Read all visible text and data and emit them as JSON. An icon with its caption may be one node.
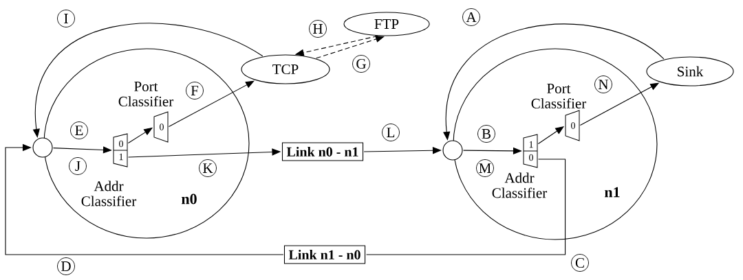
{
  "diagram": {
    "nodes": [
      {
        "text": [
          "n0"
        ]
      },
      {
        "text": [],
        "shape": "circle"
      },
      {
        "text": [
          "0",
          "1"
        ],
        "beside": [
          "Addr Classifier"
        ],
        "in": 0
      },
      {
        "text": [
          "0"
        ],
        "beside": [
          "Port Classifier"
        ],
        "in": 0
      },
      {
        "text": [
          "TCP"
        ]
      },
      {
        "text": [
          "FTP"
        ]
      },
      {
        "text": [
          "Link n0 - n1"
        ]
      },
      {
        "text": [
          "n1"
        ]
      },
      {
        "text": [],
        "shape": "circle"
      },
      {
        "text": [
          "1",
          "0"
        ],
        "beside": [
          "Addr Classifier"
        ],
        "in": 7
      },
      {
        "text": [
          "0"
        ],
        "beside": [
          "Port Classifier"
        ],
        "in": 7
      },
      {
        "text": [
          "Sink"
        ]
      },
      {
        "text": [
          "Link n1 - n0"
        ]
      },
      {
        "text": [
          "I"
        ]
      },
      {
        "text": [
          "A"
        ]
      },
      {
        "text": [
          "H"
        ]
      },
      {
        "text": [
          "G"
        ]
      },
      {
        "text": [
          "F"
        ],
        "in": 0
      },
      {
        "text": [
          "N"
        ],
        "in": 7
      },
      {
        "text": [
          "E"
        ],
        "in": 0
      },
      {
        "text": [
          "L"
        ]
      },
      {
        "text": [
          "B"
        ],
        "in": 7
      },
      {
        "text": [
          "J"
        ],
        "in": 0
      },
      {
        "text": [
          "M"
        ],
        "in": 7
      },
      {
        "text": [
          "K"
        ],
        "in": 0
      },
      {
        "text": [
          "C"
        ]
      },
      {
        "text": [
          "D"
        ]
      }
    ],
    "edges": [
      {
        "from": 1,
        "to": 2,
        "arrow": "to"
      },
      {
        "from": 2,
        "to": 3,
        "arrow": "to"
      },
      {
        "from": 3,
        "to": 4,
        "arrow": "to"
      },
      {
        "from": 4,
        "to": 1,
        "arrow": "to"
      },
      {
        "from": 5,
        "to": 4,
        "arrow": "to",
        "style": "dashed"
      },
      {
        "from": 4,
        "to": 5,
        "arrow": "to",
        "style": "dashed"
      },
      {
        "from": 2,
        "to": 6,
        "arrow": "to"
      },
      {
        "from": 6,
        "to": 8,
        "arrow": "to"
      },
      {
        "from": 8,
        "to": 9,
        "arrow": "to"
      },
      {
        "from": 9,
        "to": 10,
        "arrow": "to"
      },
      {
        "from": 10,
        "to": 11,
        "arrow": "to"
      },
      {
        "from": 11,
        "to": 8,
        "arrow": "to"
      },
      {
        "from": 9,
        "to": 12,
        "arrow": "none"
      },
      {
        "from": 12,
        "to": 1,
        "arrow": "to"
      }
    ]
  }
}
